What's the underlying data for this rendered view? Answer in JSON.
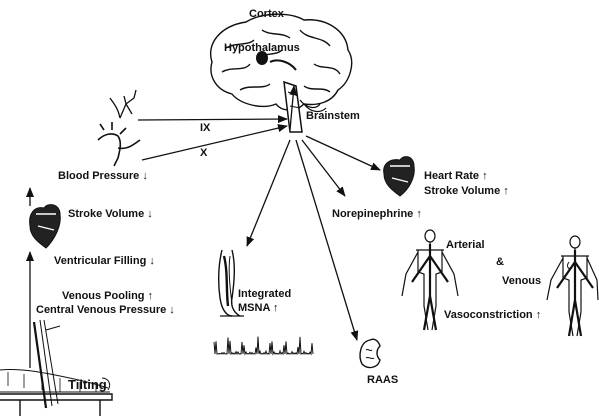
{
  "brain": {
    "cortex": "Cortex",
    "hypothalamus": "Hypothalamus",
    "brainstem": "Brainstem"
  },
  "nerves": {
    "glossopharyngeal": "IX",
    "vagus": "X"
  },
  "afferent_chain": {
    "blood_pressure": "Blood Pressure ↓",
    "stroke_volume": "Stroke Volume ↓",
    "ventricular_filling": "Ventricular Filling ↓",
    "venous_pooling": "Venous Pooling ↑",
    "central_venous_pressure": "Central Venous Pressure ↓",
    "tilting": "Tilting"
  },
  "efferent": {
    "heart_rate": "Heart Rate ↑",
    "stroke_volume": "Stroke Volume ↑",
    "norepinephrine": "Norepinephrine ↑",
    "arterial": "Arterial",
    "and": "&",
    "venous": "Venous",
    "vasoconstriction": "Vasoconstriction ↑",
    "msna_line1": "Integrated",
    "msna_line2": "MSNA ↑",
    "raas": "RAAS"
  },
  "colors": {
    "ink": "#111111",
    "background": "#ffffff"
  }
}
